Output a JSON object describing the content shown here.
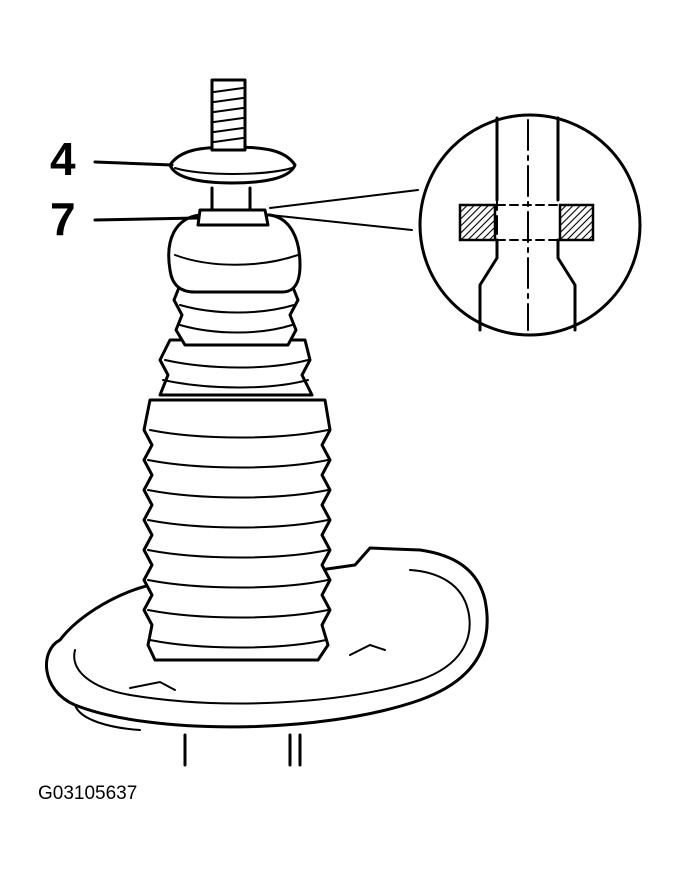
{
  "figure": {
    "callouts": [
      {
        "label": "4"
      },
      {
        "label": "7"
      }
    ],
    "figure_id": "G03105637"
  },
  "colors": {
    "ink": "#000000",
    "paper": "#ffffff",
    "hatch": "#555555"
  }
}
